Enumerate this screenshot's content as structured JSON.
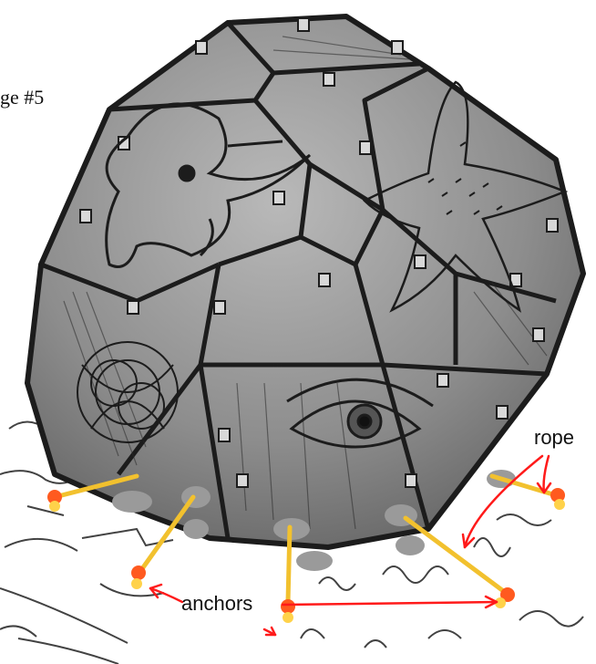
{
  "stage_label": "ge #5",
  "labels": {
    "rope": "rope",
    "anchors": "anchors"
  },
  "colors": {
    "rope": "#f2c12e",
    "anchor_outer": "#ff5a1f",
    "anchor_inner": "#ffd24a",
    "annotation": "#ff1a1a",
    "pencil": "#1c1c1c",
    "panel_shadow": "#8a8a8a",
    "peg": "#9a9a9a"
  },
  "icons": [
    "triceratops-skull-drawing",
    "starfish-drawing",
    "eye-drawing",
    "flower-spiral-drawing"
  ]
}
